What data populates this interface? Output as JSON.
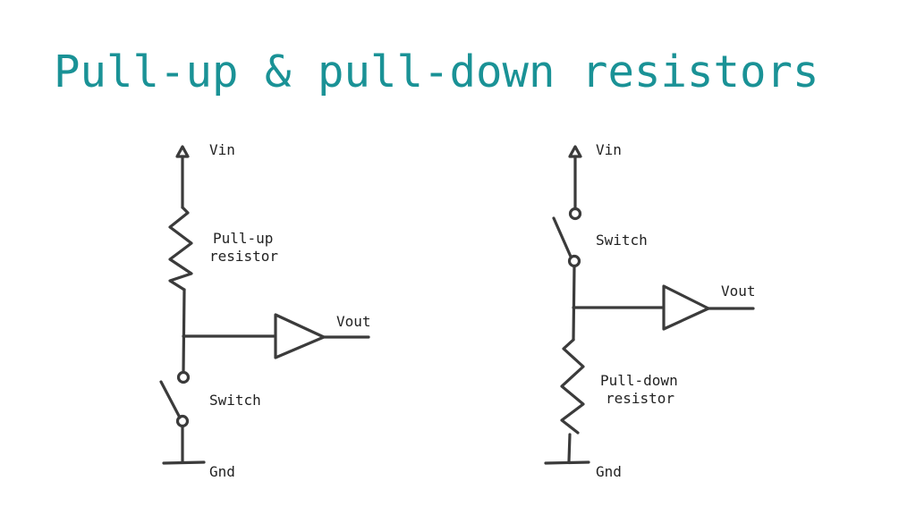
{
  "title": "Pull-up & pull-down resistors",
  "pullup_circuit": {
    "vin_label": "Vin",
    "resistor_label_line1": "Pull-up",
    "resistor_label_line2": "resistor",
    "output_label": "Vout",
    "switch_label": "Switch",
    "ground_label": "Gnd"
  },
  "pulldown_circuit": {
    "vin_label": "Vin",
    "switch_label": "Switch",
    "output_label": "Vout",
    "resistor_label_line1": "Pull-down",
    "resistor_label_line2": "resistor",
    "ground_label": "Gnd"
  },
  "colors": {
    "title": "#1a9296",
    "wire": "#3b3b3b",
    "text": "#222222"
  }
}
